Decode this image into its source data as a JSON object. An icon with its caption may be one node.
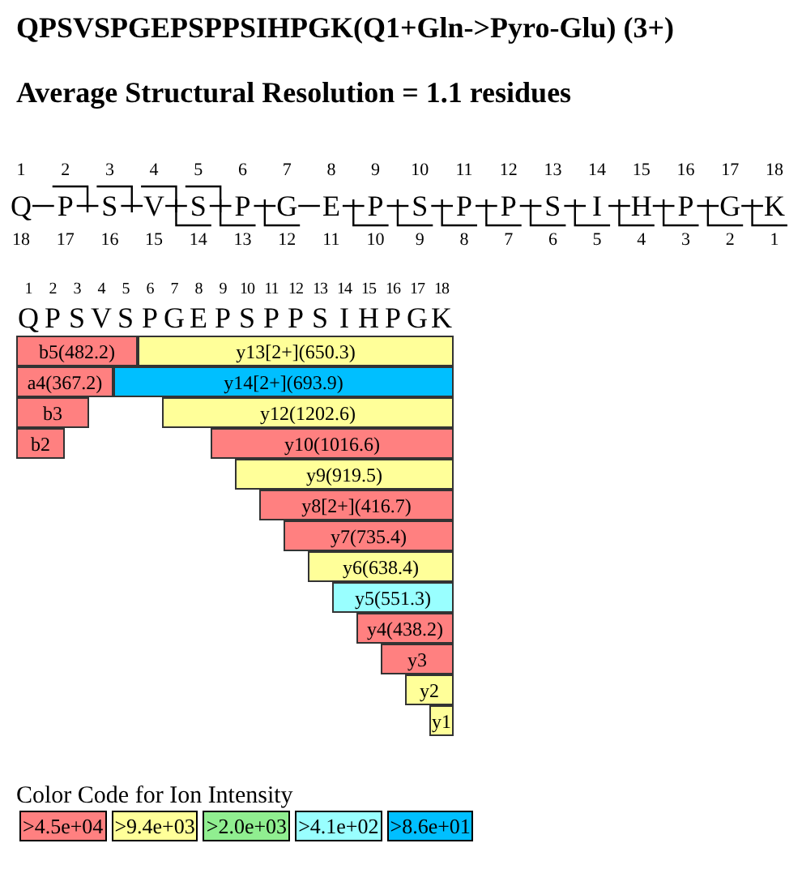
{
  "diagram": {
    "title": "QPSVSPGEPSPPSIHPGK(Q1+Gln->Pyro-Glu) (3+)",
    "nodes": [
      {
        "text": [
          "b5(482.2)"
        ]
      },
      {
        "text": [
          "y13[2+](650.3)"
        ]
      },
      {
        "text": [
          "a4(367.2)"
        ]
      },
      {
        "text": [
          "y14[2+](693.9)"
        ]
      },
      {
        "text": [
          "b3"
        ]
      },
      {
        "text": [
          "y12(1202.6)"
        ]
      },
      {
        "text": [
          "b2"
        ]
      },
      {
        "text": [
          "y10(1016.6)"
        ]
      },
      {
        "text": [
          "y9(919.5)"
        ]
      },
      {
        "text": [
          "y8[2+](416.7)"
        ]
      },
      {
        "text": [
          "y7(735.4)"
        ]
      },
      {
        "text": [
          "y6(638.4)"
        ]
      },
      {
        "text": [
          "y5(551.3)"
        ]
      },
      {
        "text": [
          "y4(438.2)"
        ]
      },
      {
        "text": [
          "y3"
        ]
      },
      {
        "text": [
          "y2"
        ]
      },
      {
        "text": [
          "y1"
        ]
      }
    ],
    "labels": [
      "Average Structural Resolution = 1.1 residues",
      "1",
      "2",
      "3",
      "4",
      "5",
      "6",
      "7",
      "8",
      "9",
      "10",
      "11",
      "12",
      "13",
      "14",
      "15",
      "16",
      "17",
      "18",
      "Q",
      "P",
      "S",
      "V",
      "S",
      "P",
      "G",
      "E",
      "P",
      "S",
      "P",
      "P",
      "S",
      "I",
      "H",
      "P",
      "G",
      "K",
      "18",
      "17",
      "16",
      "15",
      "14",
      "13",
      "12",
      "11",
      "10",
      "9",
      "8",
      "7",
      "6",
      "5",
      "4",
      "3",
      "2",
      "1",
      "1",
      "2",
      "3",
      "4",
      "5",
      "6",
      "7",
      "8",
      "9",
      "10",
      "11",
      "12",
      "13",
      "14",
      "15",
      "16",
      "17",
      "18",
      "Q",
      "P",
      "S",
      "V",
      "S",
      "P",
      "G",
      "E",
      "P",
      "S",
      "P",
      "P",
      "S",
      "I",
      "H",
      "P",
      "G",
      "K",
      "Color Code for Ion Intensity"
    ],
    "legend": [
      {
        "text": ">4.5e+04",
        "color": "#ff8080"
      },
      {
        "text": ">9.4e+03",
        "color": "#ffff99"
      },
      {
        "text": ">2.0e+03",
        "color": "#90ee90"
      },
      {
        "text": ">4.1e+02",
        "color": "#99ffff"
      },
      {
        "text": ">8.6e+01",
        "color": "#00bfff"
      }
    ]
  }
}
